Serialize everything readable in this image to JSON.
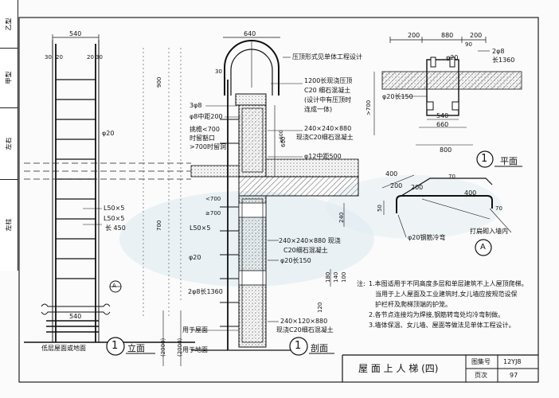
{
  "side_strip": [
    "乙型",
    "甲型",
    "左右",
    "左柱"
  ],
  "elevation": {
    "dims": {
      "w540": "540",
      "d30a": "30",
      "d20a": "20",
      "d20b": "20",
      "d30b": "30",
      "w540b": "540"
    },
    "phi20": "φ20",
    "l50_1": "L50×5",
    "l50_2": "L50×5",
    "len450": "长 450",
    "roof": "低层屋面或地面",
    "section_a": "A",
    "number": "1",
    "title": "立面"
  },
  "section": {
    "w640": "640",
    "d30": "30",
    "d900": "900",
    "d600": "600",
    "d700a": "700",
    "d240": "240",
    "d2000a": "(2000)",
    "d2000b": "(2000)",
    "d120": "120",
    "d180": "180",
    "d140": "140",
    "d100": "100",
    "gt600": "≥600",
    "lt700": "<700",
    "gt700": "≥700",
    "n3phi8": "3φ8",
    "phi8_200": "φ8中距200",
    "notice1": "挑檐<700",
    "notice2": "时留豁口",
    "notice3": ">700时留洞",
    "l50": "L50×5",
    "phi20": "φ20",
    "phi8_1360": "2φ8长1360",
    "roof_use": "用于屋面",
    "ground_use": "用于地面",
    "hoop": "压顶形式见单体工程设计",
    "c1": "1200长现浇压顶",
    "c2": "C20 细石混凝土",
    "c3": "(设计中有压顶时",
    "c4": "连成一体)",
    "c5": "240×240×880",
    "c6": "现浇C20细石混凝土",
    "c7": "φ12中距500",
    "c8": "240×240×880 现浇",
    "c9": "C20细石混凝土",
    "c10": "φ20长150",
    "c11": "240×120×880",
    "c12": "现浇C20细石混凝土",
    "number": "1",
    "title": "剖面"
  },
  "plan": {
    "w200a": "200",
    "w880": "880",
    "w200b": "200",
    "d90": "90",
    "phi20": "φ20",
    "n2phi8": "2φ8",
    "len1360": "长1360",
    "phi20_150": "φ20长150",
    "gt700": ">700",
    "w540": "540",
    "w660": "660",
    "w800": "800",
    "number": "1",
    "title": "平面"
  },
  "detail_a": {
    "d400a": "400",
    "d200a": "200",
    "d200b": "200",
    "d400b": "400",
    "d70a": "70",
    "d70b": "70",
    "d50": "50",
    "rebar": "φ20钢筋冷弯",
    "note": "打扁砌入墙内",
    "label": "A"
  },
  "notes": {
    "head": "注:",
    "n1": "1.本图适用于不同高度多层和单层建筑不上人屋顶爬梯。",
    "n1b": "当用于上人屋面及工业建筑时,女儿墙应按规范设保",
    "n1c": "护栏杆及爬梯顶端的护笼。",
    "n2": "2.各节点连接均为焊接,钢筋转弯处均冷弯制做。",
    "n3": "3.墙体保温、女儿墙、屋面等做法见单体工程设计。"
  },
  "title_block": {
    "title": "屋 面 上 人 梯 (四)",
    "atlas_label": "图集号",
    "atlas_value": "12YJ8",
    "page_label": "页次",
    "page_value": "97"
  }
}
